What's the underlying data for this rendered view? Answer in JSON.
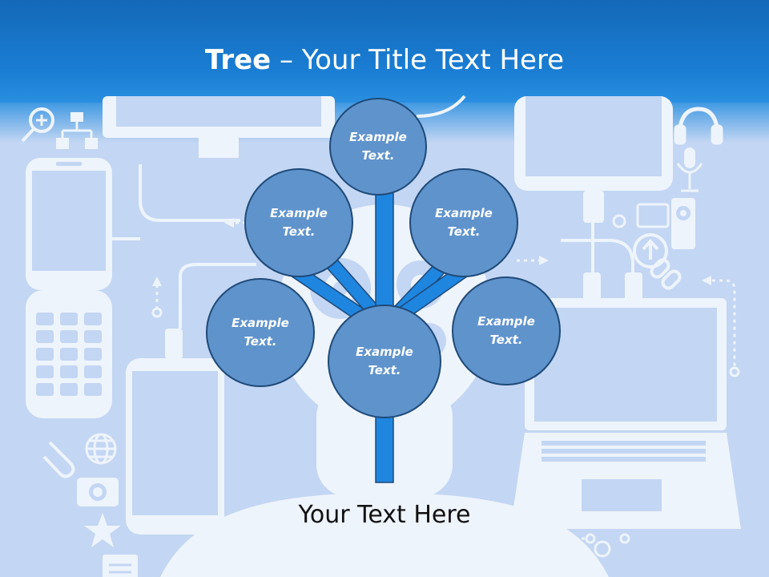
{
  "slide": {
    "title_strong": "Tree",
    "title_rest": " – Your Title Text Here",
    "caption": "Your Text Here"
  },
  "tree": {
    "nodes": [
      {
        "id": "top",
        "label": "Example Text."
      },
      {
        "id": "upper-left",
        "label": "Example Text."
      },
      {
        "id": "upper-right",
        "label": "Example Text."
      },
      {
        "id": "lower-left",
        "label": "Example Text."
      },
      {
        "id": "center",
        "label": "Example Text."
      },
      {
        "id": "lower-right",
        "label": "Example Text."
      }
    ]
  },
  "colors": {
    "header": "#1a7ed4",
    "background": "#c3d6f3",
    "node_fill": "#5f93cc",
    "node_border": "#1f4a78",
    "branch": "#1f86e0",
    "illustration": "#eef4fc"
  },
  "icons": [
    "phone-icon",
    "flip-phone-icon",
    "smartphone-icon",
    "monitor-icon",
    "tablet-icon",
    "laptop-icon",
    "wifi-icon",
    "gear-icon",
    "headphones-icon",
    "microphone-icon",
    "camera-icon",
    "globe-icon",
    "paperclip-icon",
    "star-icon",
    "link-icon",
    "upload-icon",
    "network-icon",
    "magnifier-icon",
    "person-silhouette-icon"
  ]
}
